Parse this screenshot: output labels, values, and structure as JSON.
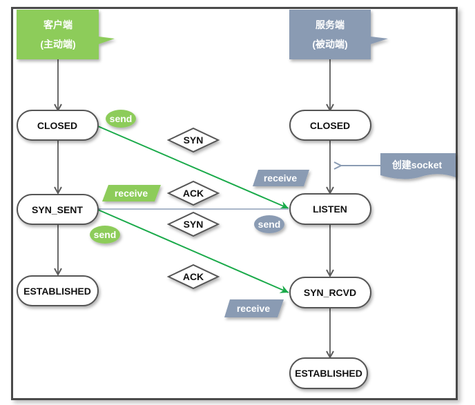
{
  "diagram": {
    "title": "TCP three-way handshake state transitions",
    "colors": {
      "client": "#8dcc5a",
      "server": "#8a9bb3",
      "green_line": "#1aaa4a",
      "gray_line": "#6a6a6a",
      "blue_line": "#a9b6c9"
    },
    "client": {
      "header_line1": "客户端",
      "header_line2": "(主动端)",
      "states": [
        "CLOSED",
        "SYN_SENT",
        "ESTABLISHED"
      ]
    },
    "server": {
      "header_line1": "服务端",
      "header_line2": "(被动端)",
      "states": [
        "CLOSED",
        "LISTEN",
        "SYN_RCVD",
        "ESTABLISHED"
      ],
      "create_socket_label": "创建socket"
    },
    "messages": {
      "syn1": "SYN",
      "ack1": "ACK",
      "syn2": "SYN",
      "ack2": "ACK"
    },
    "tags": {
      "client_send1": "send",
      "client_receive": "receive",
      "client_send2": "send",
      "server_receive1": "receive",
      "server_send": "send",
      "server_receive2": "receive"
    }
  }
}
